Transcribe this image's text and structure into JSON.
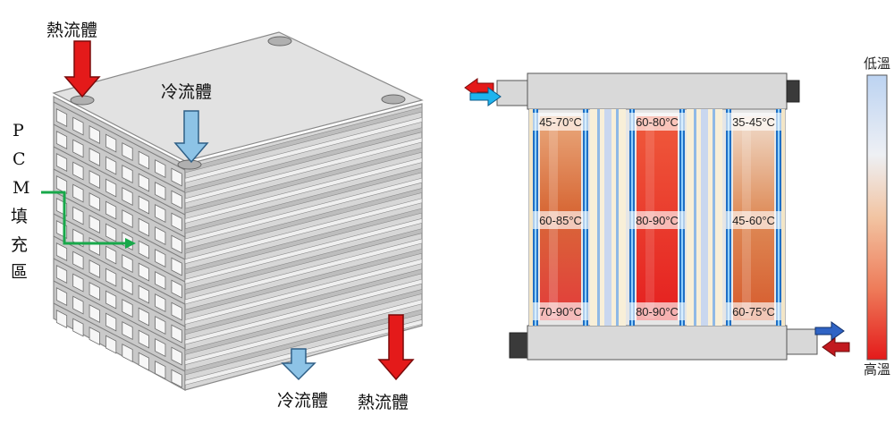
{
  "left_figure": {
    "hot_fluid_in_label": "熱流體",
    "cold_fluid_in_label": "冷流體",
    "cold_fluid_out_label": "冷流體",
    "hot_fluid_out_label": "熱流體",
    "pcm_label_lines": [
      "P",
      "C",
      "M",
      "填",
      "充",
      "區"
    ]
  },
  "right_figure": {
    "zones": [
      [
        "45-70°C",
        "60-85°C",
        "70-90°C"
      ],
      [
        "60-80°C",
        "80-90°C",
        "80-90°C"
      ],
      [
        "35-45°C",
        "45-60°C",
        "60-75°C"
      ]
    ],
    "colorbar": {
      "top_label": "低溫",
      "bottom_label": "高溫"
    }
  },
  "colors": {
    "hot": "#e41a1a",
    "cold": "#8dc3e6",
    "pcm_arrow": "#18a84a",
    "metal": "#d3d3d3",
    "inlet_cyan": "#1eb4ee",
    "outlet_blue": "#2f63c4"
  }
}
